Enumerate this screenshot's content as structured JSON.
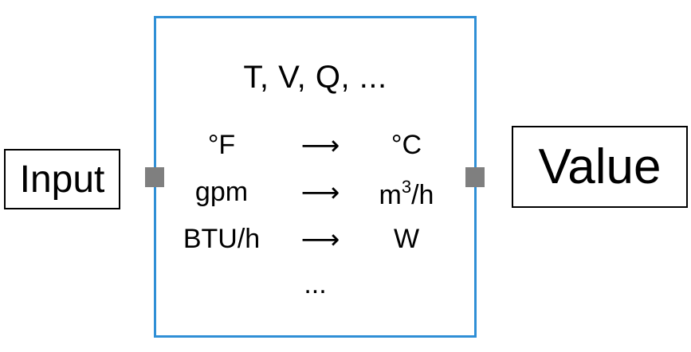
{
  "input": {
    "label": "Input"
  },
  "output": {
    "label": "Value"
  },
  "block": {
    "title": "T, V, Q, ...",
    "conversions": [
      {
        "from": "°F",
        "arrow": "⟶",
        "to": "°C"
      },
      {
        "from": "gpm",
        "arrow": "⟶",
        "to_base": "m",
        "to_sup": "3",
        "to_tail": "/h"
      },
      {
        "from": "BTU/h",
        "arrow": "⟶",
        "to": "W"
      }
    ],
    "more": "..."
  },
  "colors": {
    "block_border": "#2f8fd6",
    "port": "#7f7f7f",
    "label_border": "#000000"
  }
}
